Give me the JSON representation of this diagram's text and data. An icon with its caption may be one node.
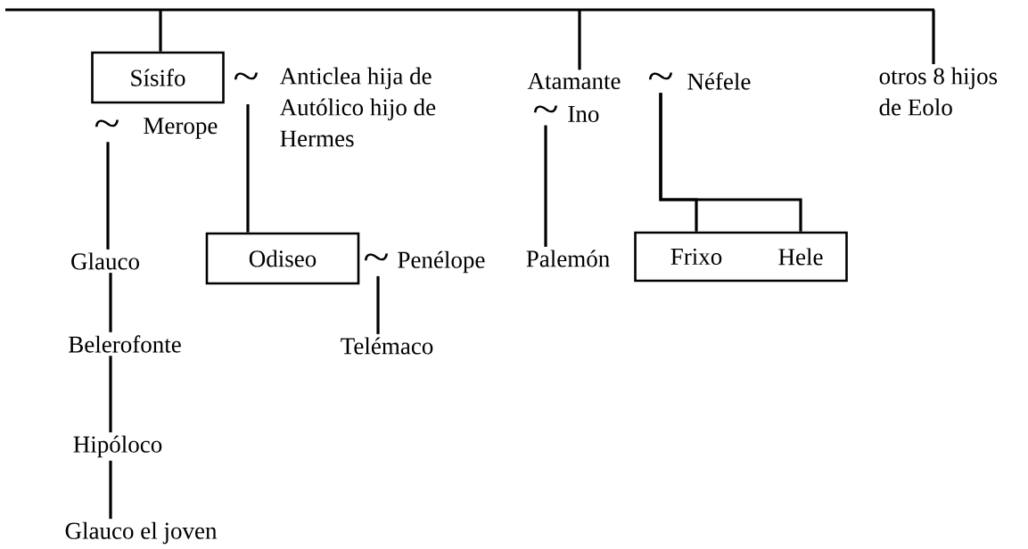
{
  "diagram": {
    "nodes": [
      {
        "text": [
          "Sísifo"
        ]
      },
      {
        "text": [
          "Merope"
        ]
      },
      {
        "text": [
          "Anticlea hija de Autólico hijo de Hermes"
        ]
      },
      {
        "text": [
          "Atamante"
        ]
      },
      {
        "text": [
          "Néfele"
        ]
      },
      {
        "text": [
          "Ino"
        ]
      },
      {
        "text": [
          "otros 8 hijos de Eolo"
        ]
      },
      {
        "text": [
          "Glauco"
        ]
      },
      {
        "text": [
          "Odiseo"
        ]
      },
      {
        "text": [
          "Penélope"
        ]
      },
      {
        "text": [
          "Palemón"
        ]
      },
      {
        "text": [],
        "shape": "box"
      },
      {
        "text": [
          "Frixo"
        ],
        "in": 11
      },
      {
        "text": [
          "Hele"
        ],
        "in": 11
      },
      {
        "text": [
          "Telémaco"
        ]
      },
      {
        "text": [
          "Belerofonte"
        ]
      },
      {
        "text": [
          "Hipóloco"
        ]
      },
      {
        "text": [
          "Glauco el joven"
        ]
      }
    ],
    "edges": [
      {
        "from": null,
        "to": 0,
        "arrow": "none"
      },
      {
        "from": null,
        "to": 3,
        "arrow": "none"
      },
      {
        "from": null,
        "to": 6,
        "arrow": "none"
      },
      {
        "from": 1,
        "to": 7,
        "arrow": "none"
      },
      {
        "from": 2,
        "to": 8,
        "arrow": "none"
      },
      {
        "from": 5,
        "to": 10,
        "arrow": "none"
      },
      {
        "from": 4,
        "to": 12,
        "arrow": "none"
      },
      {
        "from": 4,
        "to": 13,
        "arrow": "none"
      },
      {
        "from": 9,
        "to": 14,
        "arrow": "none"
      },
      {
        "from": 7,
        "to": 15,
        "arrow": "none"
      },
      {
        "from": 15,
        "to": 16,
        "arrow": "none"
      },
      {
        "from": 16,
        "to": 17,
        "arrow": "none"
      }
    ],
    "labels": [
      "~",
      "~",
      "~",
      "~",
      "~"
    ]
  }
}
